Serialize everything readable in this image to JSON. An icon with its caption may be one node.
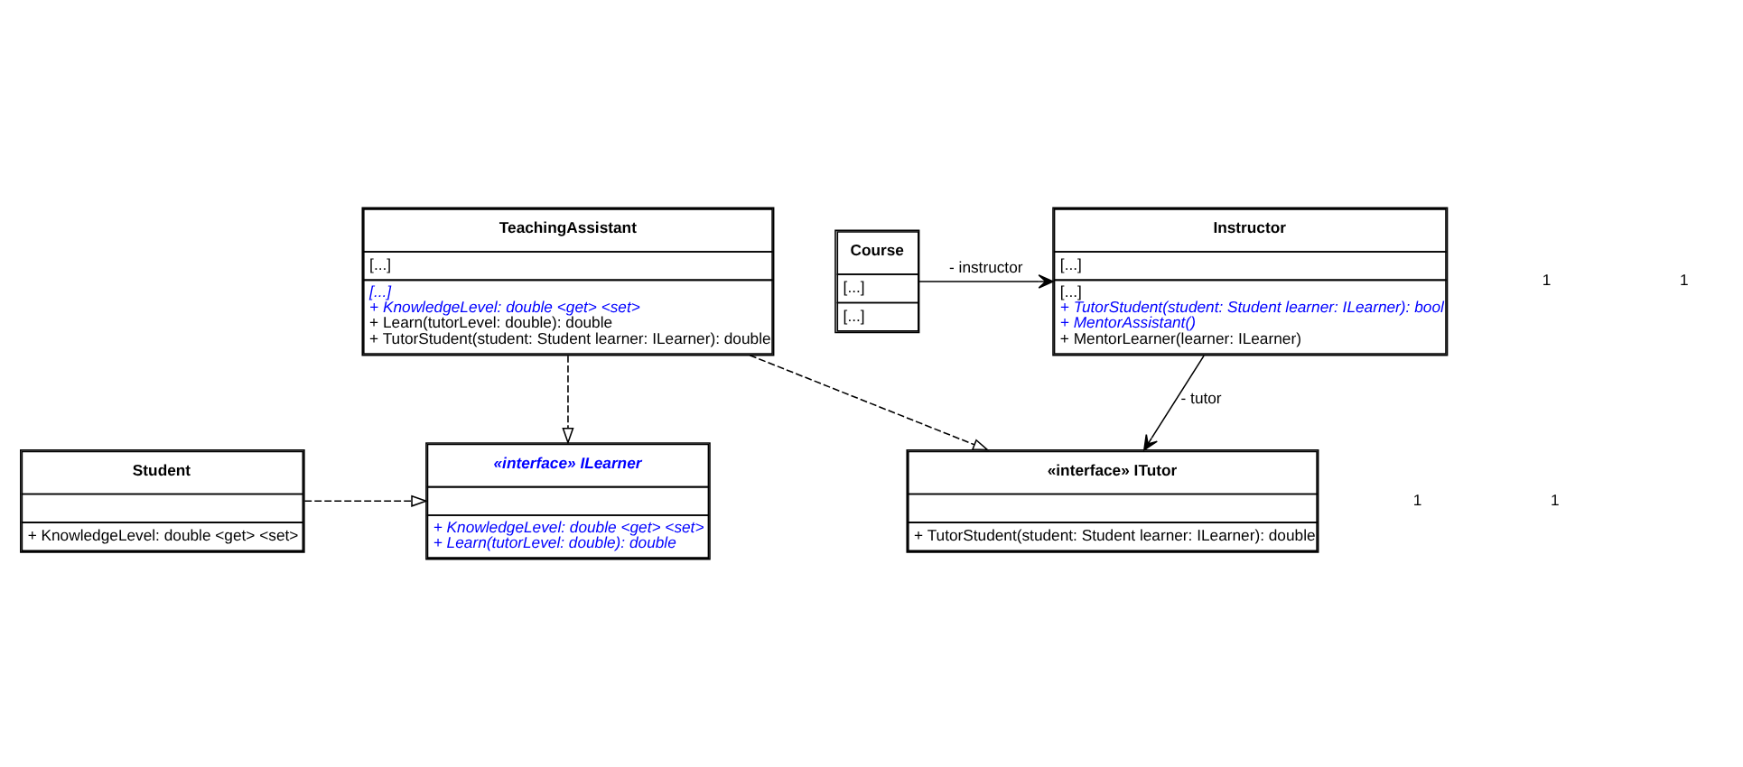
{
  "diagram": {
    "nodes": [
      {
        "text": [
          "Student",
          "+ KnowledgeLevel: double <get> <set>"
        ]
      },
      {
        "text": [
          "«interface» ILearner",
          "+ KnowledgeLevel: double <get> <set>",
          "+ Learn(tutorLevel: double): double"
        ]
      },
      {
        "text": [
          "Course",
          "[...]",
          "[...]"
        ]
      },
      {
        "text": [
          "Instructor",
          "[...]",
          "[...]",
          "+ TutorStudent(student: Student learner: ILearner): bool",
          "+ MentorAssistant()",
          "+ MentorLearner(learner: ILearner)"
        ]
      },
      {
        "text": [
          "TeachingAssistant",
          "[...]",
          "[...]",
          "+ KnowledgeLevel: double <get> <set>",
          "+ Learn(tutorLevel: double): double",
          "+ TutorStudent(student: Student learner: ILearner): double"
        ]
      },
      {
        "text": [
          "«interface» ITutor",
          "+ TutorStudent(student: Student learner: ILearner): double"
        ]
      }
    ],
    "edges": [
      {
        "from": 0,
        "to": 1,
        "arrow": "to",
        "style": "dashed"
      },
      {
        "from": 4,
        "to": 1,
        "arrow": "to",
        "style": "dashed"
      },
      {
        "from": 2,
        "to": 3,
        "arrow": "to",
        "label": "- instructor"
      },
      {
        "from": 3,
        "to": 5,
        "arrow": "to",
        "label": "- tutor"
      },
      {
        "from": 4,
        "to": 5,
        "arrow": "to",
        "style": "dashed"
      }
    ],
    "labels": [
      "1",
      "1",
      "1",
      "1"
    ]
  }
}
